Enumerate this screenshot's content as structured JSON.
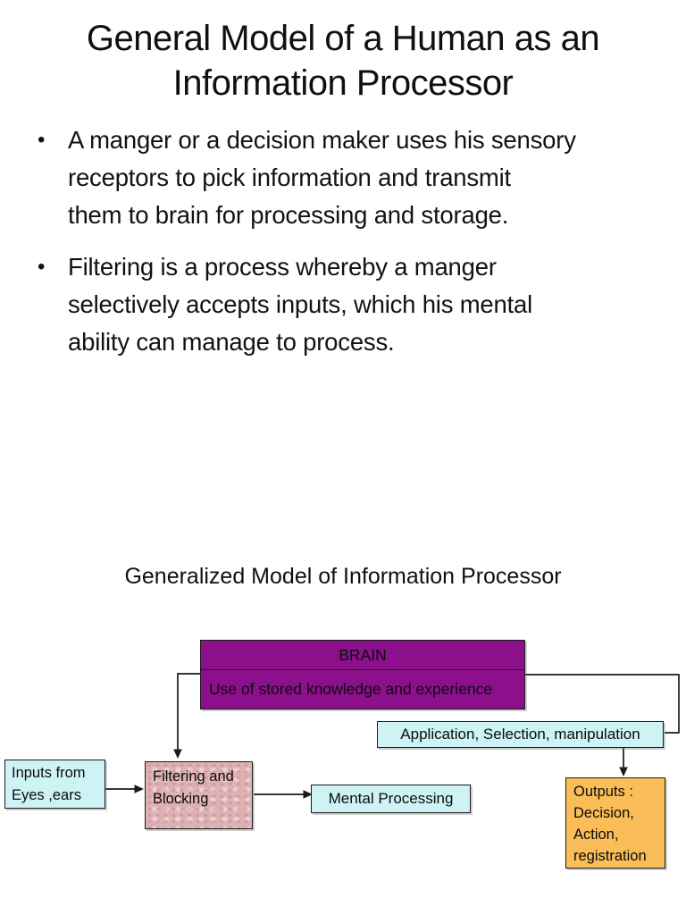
{
  "slide": {
    "title": "General Model of a Human as an\nInformation Processor",
    "bullets": [
      {
        "marker": "•",
        "text": "A manger or a decision maker uses his sensory\nreceptors to pick information and transmit\nthem to brain for processing and storage."
      },
      {
        "marker": "•",
        "text": "Filtering is a process whereby a manger\nselectively accepts inputs, which his mental\nability can manage to process."
      }
    ],
    "diagram": {
      "caption": "Generalized Model of Information Processor",
      "brain": {
        "title": "BRAIN",
        "subtitle": "Use of stored knowledge and experience",
        "fill": "#8C0F8C"
      },
      "application": {
        "label": "Application, Selection, manipulation",
        "fill": "#CDF3F5"
      },
      "inputs": {
        "label": "Inputs from\nEyes ,ears",
        "fill": "#CDF3F5"
      },
      "filtering": {
        "label": "Filtering and\nBlocking",
        "fill": "#DDB0B4"
      },
      "mental": {
        "label": "Mental Processing",
        "fill": "#CDF3F5"
      },
      "outputs": {
        "label": "Outputs :\nDecision,\nAction,\nregistration",
        "fill": "#FABD57"
      },
      "line_color": "#1a1a1a"
    }
  }
}
